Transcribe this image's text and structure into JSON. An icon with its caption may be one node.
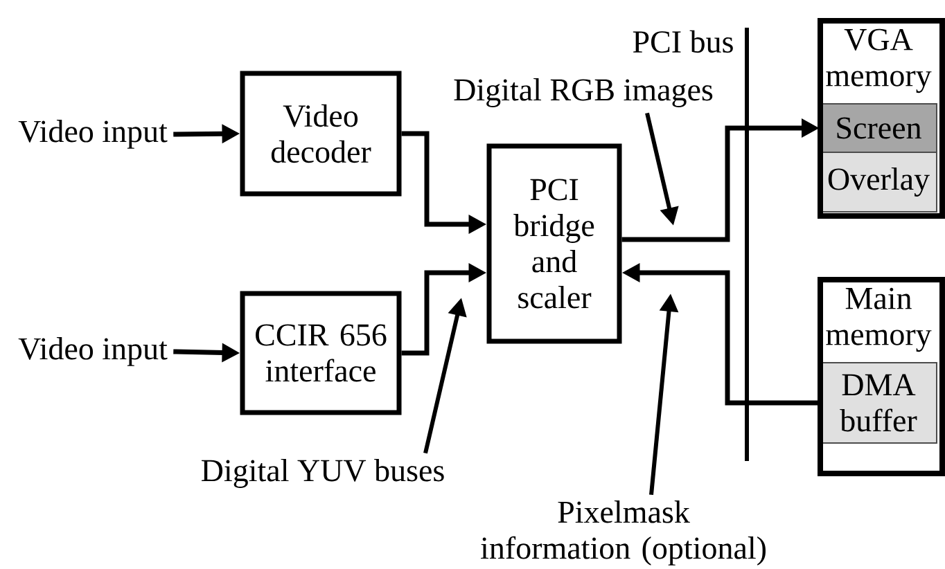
{
  "diagram": {
    "nodes": [
      {
        "text": [
          "Video input"
        ]
      },
      {
        "text": [
          "Video input"
        ]
      },
      {
        "text": [
          "Video decoder"
        ]
      },
      {
        "text": [
          "CCIR 656 interface"
        ]
      },
      {
        "text": [
          "PCI bridge and scaler"
        ]
      },
      {
        "text": [
          "VGA memory"
        ]
      },
      {
        "text": [
          "Screen"
        ],
        "in": 5
      },
      {
        "text": [
          "Overlay"
        ],
        "in": 5
      },
      {
        "text": [
          "Main memory"
        ]
      },
      {
        "text": [
          "DMA buffer"
        ],
        "in": 8
      },
      {
        "text": [
          "Digital RGB images"
        ]
      },
      {
        "text": [
          "Digital YUV buses"
        ]
      },
      {
        "text": [
          "Pixelmask information (optional)"
        ]
      }
    ],
    "edges": [
      {
        "from": 0,
        "to": 2,
        "arrow": "to"
      },
      {
        "from": 1,
        "to": 3,
        "arrow": "to"
      },
      {
        "from": 2,
        "to": 4,
        "arrow": "to"
      },
      {
        "from": 3,
        "to": 4,
        "arrow": "to"
      },
      {
        "from": 4,
        "to": 6,
        "arrow": "to"
      },
      {
        "from": 9,
        "to": 4,
        "arrow": "to"
      },
      {
        "from": 10,
        "to": null,
        "arrow": "to"
      },
      {
        "from": 11,
        "to": null,
        "arrow": "to"
      },
      {
        "from": 12,
        "to": null,
        "arrow": "to"
      }
    ],
    "labels": [
      "PCI bus"
    ]
  }
}
